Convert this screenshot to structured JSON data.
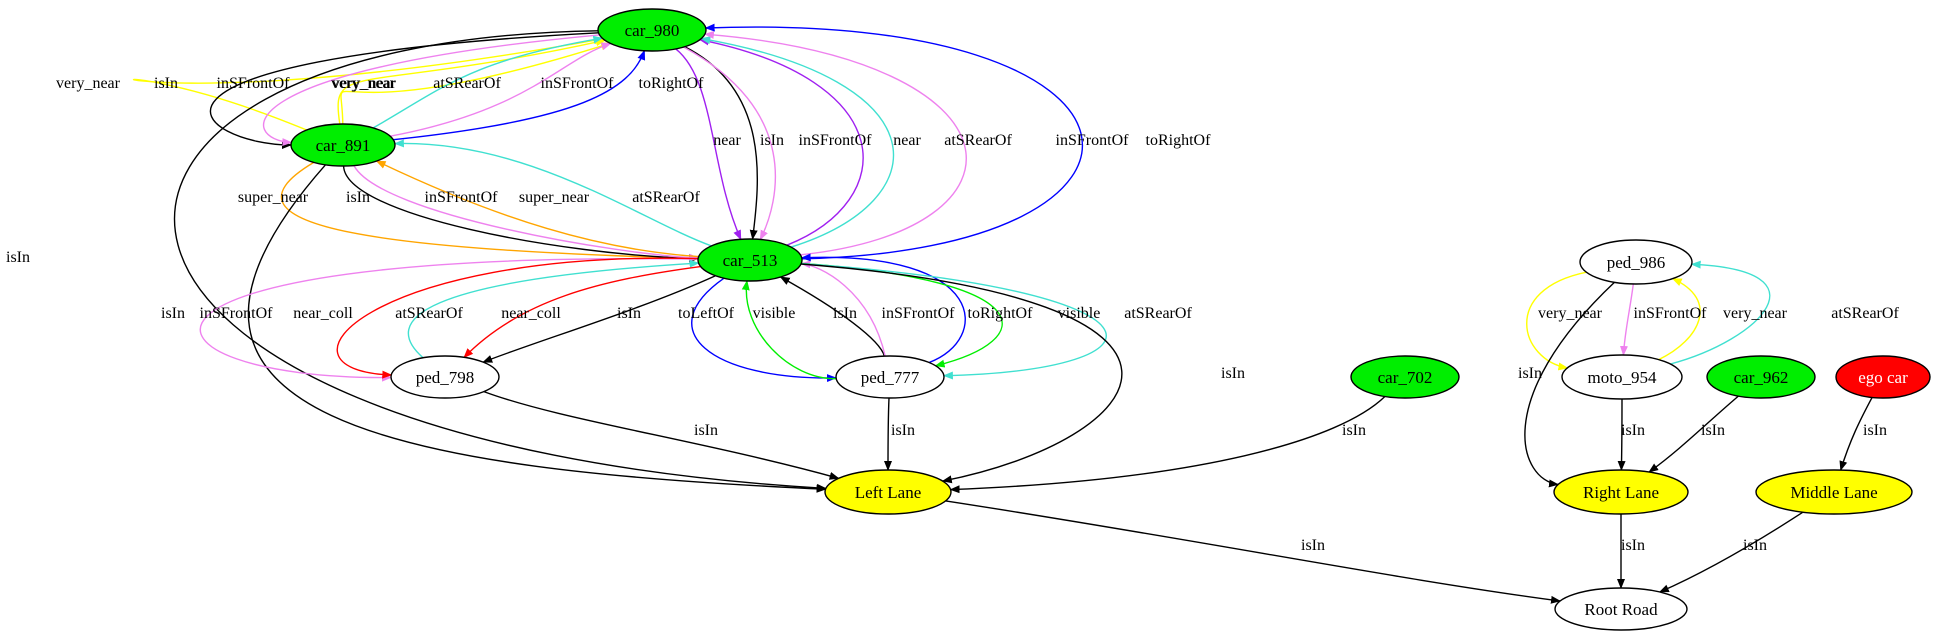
{
  "colors": {
    "green": "#00ee00",
    "red": "#ff0000",
    "yellow": "#ffff00",
    "white": "#ffffff",
    "black": "#000000",
    "violet": "#ee82ee",
    "blue": "#0000ff",
    "turquoise": "#40e0d0",
    "gold": "#ffff00",
    "orange": "#ffa500",
    "purple": "#a020f0",
    "lime": "#00ee00",
    "crimson": "#ff0000"
  },
  "nodes": [
    {
      "id": "car_980",
      "label": "car_980",
      "fill": "green"
    },
    {
      "id": "car_891",
      "label": "car_891",
      "fill": "green"
    },
    {
      "id": "car_513",
      "label": "car_513",
      "fill": "green"
    },
    {
      "id": "ped_798",
      "label": "ped_798",
      "fill": "white"
    },
    {
      "id": "ped_777",
      "label": "ped_777",
      "fill": "white"
    },
    {
      "id": "car_702",
      "label": "car_702",
      "fill": "green"
    },
    {
      "id": "left_lane",
      "label": "Left Lane",
      "fill": "yellow"
    },
    {
      "id": "ped_986",
      "label": "ped_986",
      "fill": "white"
    },
    {
      "id": "moto_954",
      "label": "moto_954",
      "fill": "white"
    },
    {
      "id": "car_962",
      "label": "car_962",
      "fill": "green"
    },
    {
      "id": "ego_car",
      "label": "ego car",
      "fill": "red"
    },
    {
      "id": "right_lane",
      "label": "Right Lane",
      "fill": "yellow"
    },
    {
      "id": "middle_lane",
      "label": "Middle Lane",
      "fill": "yellow"
    },
    {
      "id": "root_road",
      "label": "Root Road",
      "fill": "white"
    }
  ],
  "edges": [
    {
      "from": "car_891",
      "to": "car_980",
      "label": "very_near",
      "color": "gold"
    },
    {
      "from": "car_891",
      "to": "car_980",
      "label": "very_near",
      "color": "gold"
    },
    {
      "from": "car_980",
      "to": "car_891",
      "label": "isIn",
      "color": "black"
    },
    {
      "from": "car_980",
      "to": "car_891",
      "label": "inSFrontOf",
      "color": "violet"
    },
    {
      "from": "car_891",
      "to": "car_980",
      "label": "very_near",
      "color": "gold"
    },
    {
      "from": "car_891",
      "to": "car_980",
      "label": "atSRearOf",
      "color": "turquoise"
    },
    {
      "from": "car_891",
      "to": "car_980",
      "label": "inSFrontOf",
      "color": "violet"
    },
    {
      "from": "car_891",
      "to": "car_980",
      "label": "toRightOf",
      "color": "blue"
    },
    {
      "from": "car_980",
      "to": "left_lane",
      "label": "isIn",
      "color": "black"
    },
    {
      "from": "car_980",
      "to": "car_513",
      "label": "near",
      "color": "purple"
    },
    {
      "from": "car_980",
      "to": "car_513",
      "label": "isIn",
      "color": "black"
    },
    {
      "from": "car_980",
      "to": "car_513",
      "label": "inSFrontOf",
      "color": "violet"
    },
    {
      "from": "car_513",
      "to": "car_980",
      "label": "near",
      "color": "purple"
    },
    {
      "from": "car_513",
      "to": "car_980",
      "label": "atSRearOf",
      "color": "turquoise"
    },
    {
      "from": "car_513",
      "to": "car_980",
      "label": "inSFrontOf",
      "color": "violet"
    },
    {
      "from": "car_513",
      "to": "car_980",
      "label": "toRightOf",
      "color": "blue"
    },
    {
      "from": "car_891",
      "to": "car_513",
      "label": "super_near",
      "color": "orange"
    },
    {
      "from": "car_891",
      "to": "car_513",
      "label": "isIn",
      "color": "black"
    },
    {
      "from": "car_891",
      "to": "car_513",
      "label": "inSFrontOf",
      "color": "violet"
    },
    {
      "from": "car_513",
      "to": "car_891",
      "label": "super_near",
      "color": "orange"
    },
    {
      "from": "car_513",
      "to": "car_891",
      "label": "atSRearOf",
      "color": "turquoise"
    },
    {
      "from": "car_891",
      "to": "left_lane",
      "label": "isIn",
      "color": "black"
    },
    {
      "from": "car_513",
      "to": "ped_798",
      "label": "inSFrontOf",
      "color": "violet"
    },
    {
      "from": "car_513",
      "to": "ped_798",
      "label": "near_coll",
      "color": "crimson"
    },
    {
      "from": "ped_798",
      "to": "car_513",
      "label": "atSRearOf",
      "color": "turquoise"
    },
    {
      "from": "car_513",
      "to": "ped_798",
      "label": "near_coll",
      "color": "crimson"
    },
    {
      "from": "car_513",
      "to": "ped_798",
      "label": "isIn",
      "color": "black"
    },
    {
      "from": "car_513",
      "to": "ped_777",
      "label": "toLeftOf",
      "color": "blue"
    },
    {
      "from": "ped_777",
      "to": "car_513",
      "label": "visible",
      "color": "lime"
    },
    {
      "from": "ped_777",
      "to": "car_513",
      "label": "isIn",
      "color": "black"
    },
    {
      "from": "ped_777",
      "to": "car_513",
      "label": "inSFrontOf",
      "color": "violet"
    },
    {
      "from": "ped_777",
      "to": "car_513",
      "label": "toRightOf",
      "color": "blue"
    },
    {
      "from": "car_513",
      "to": "ped_777",
      "label": "visible",
      "color": "lime"
    },
    {
      "from": "car_513",
      "to": "ped_777",
      "label": "atSRearOf",
      "color": "turquoise"
    },
    {
      "from": "car_513",
      "to": "left_lane",
      "label": "isIn",
      "color": "black"
    },
    {
      "from": "ped_798",
      "to": "left_lane",
      "label": "isIn",
      "color": "black"
    },
    {
      "from": "ped_777",
      "to": "left_lane",
      "label": "isIn",
      "color": "black"
    },
    {
      "from": "car_702",
      "to": "left_lane",
      "label": "isIn",
      "color": "black"
    },
    {
      "from": "left_lane",
      "to": "root_road",
      "label": "isIn",
      "color": "black"
    },
    {
      "from": "ped_986",
      "to": "moto_954",
      "label": "very_near",
      "color": "gold"
    },
    {
      "from": "ped_986",
      "to": "moto_954",
      "label": "inSFrontOf",
      "color": "violet"
    },
    {
      "from": "moto_954",
      "to": "ped_986",
      "label": "very_near",
      "color": "gold"
    },
    {
      "from": "moto_954",
      "to": "ped_986",
      "label": "atSRearOf",
      "color": "turquoise"
    },
    {
      "from": "ped_986",
      "to": "right_lane",
      "label": "isIn",
      "color": "black"
    },
    {
      "from": "moto_954",
      "to": "right_lane",
      "label": "isIn",
      "color": "black"
    },
    {
      "from": "car_962",
      "to": "right_lane",
      "label": "isIn",
      "color": "black"
    },
    {
      "from": "ego_car",
      "to": "middle_lane",
      "label": "isIn",
      "color": "black"
    },
    {
      "from": "right_lane",
      "to": "root_road",
      "label": "isIn",
      "color": "black"
    },
    {
      "from": "middle_lane",
      "to": "root_road",
      "label": "isIn",
      "color": "black"
    }
  ]
}
